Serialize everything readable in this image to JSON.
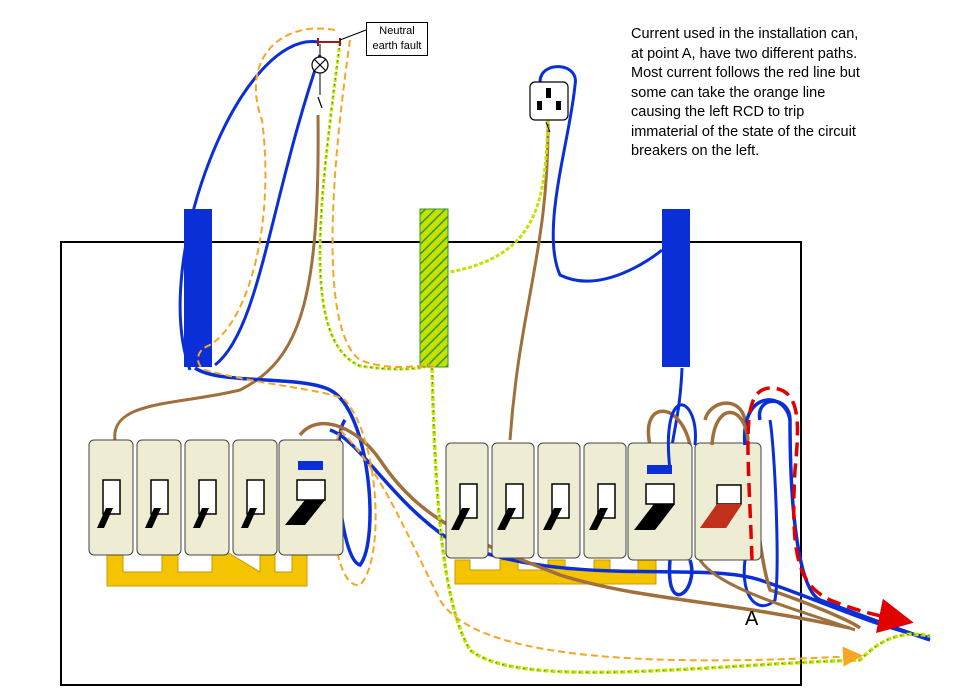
{
  "annotation": {
    "description": "Current used in the installation can,\nat point A, have two different paths.\nMost current follows the red line but\nsome can take the orange line\ncausing the left RCD to trip\nimmaterial of the state of the circuit\nbreakers on the left.",
    "fault_label": "Neutral\nearth fault",
    "point_label": "A"
  },
  "colors": {
    "neutral": "#0a2fd6",
    "live": "#a0703c",
    "earth": "#c8e000",
    "earth_stripe": "#2e9a2e",
    "main_path": "#e00000",
    "fault_path": "#f5a623",
    "busbar": "#f5c400",
    "device_body": "#eeecd2",
    "rcd_toggle": "#c0301a"
  },
  "components": {
    "left_board_mcbs": 4,
    "right_board_mcbs": 4,
    "rcds": 2,
    "main_switch": 1
  }
}
